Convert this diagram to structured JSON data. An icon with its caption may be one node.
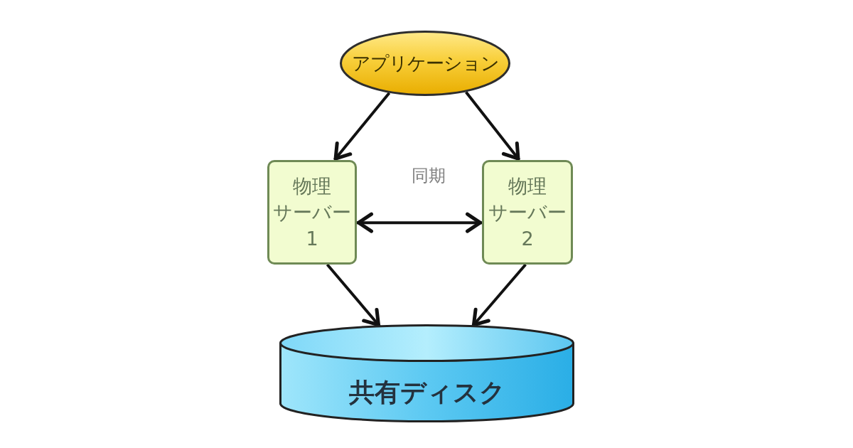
{
  "diagram": {
    "nodes": [
      {
        "text": [
          "アプリケーション"
        ]
      },
      {
        "text": [
          "物理サーバー1"
        ]
      },
      {
        "text": [
          "物理サーバー2"
        ]
      },
      {
        "text": [
          "共有ディスク"
        ]
      }
    ],
    "edges": [
      {
        "from": 0,
        "to": 1,
        "arrow": "to"
      },
      {
        "from": 0,
        "to": 2,
        "arrow": "to"
      },
      {
        "from": 1,
        "to": 2,
        "arrow": "both",
        "label": "同期"
      },
      {
        "from": 1,
        "to": 3,
        "arrow": "to"
      },
      {
        "from": 2,
        "to": 3,
        "arrow": "to"
      }
    ]
  }
}
